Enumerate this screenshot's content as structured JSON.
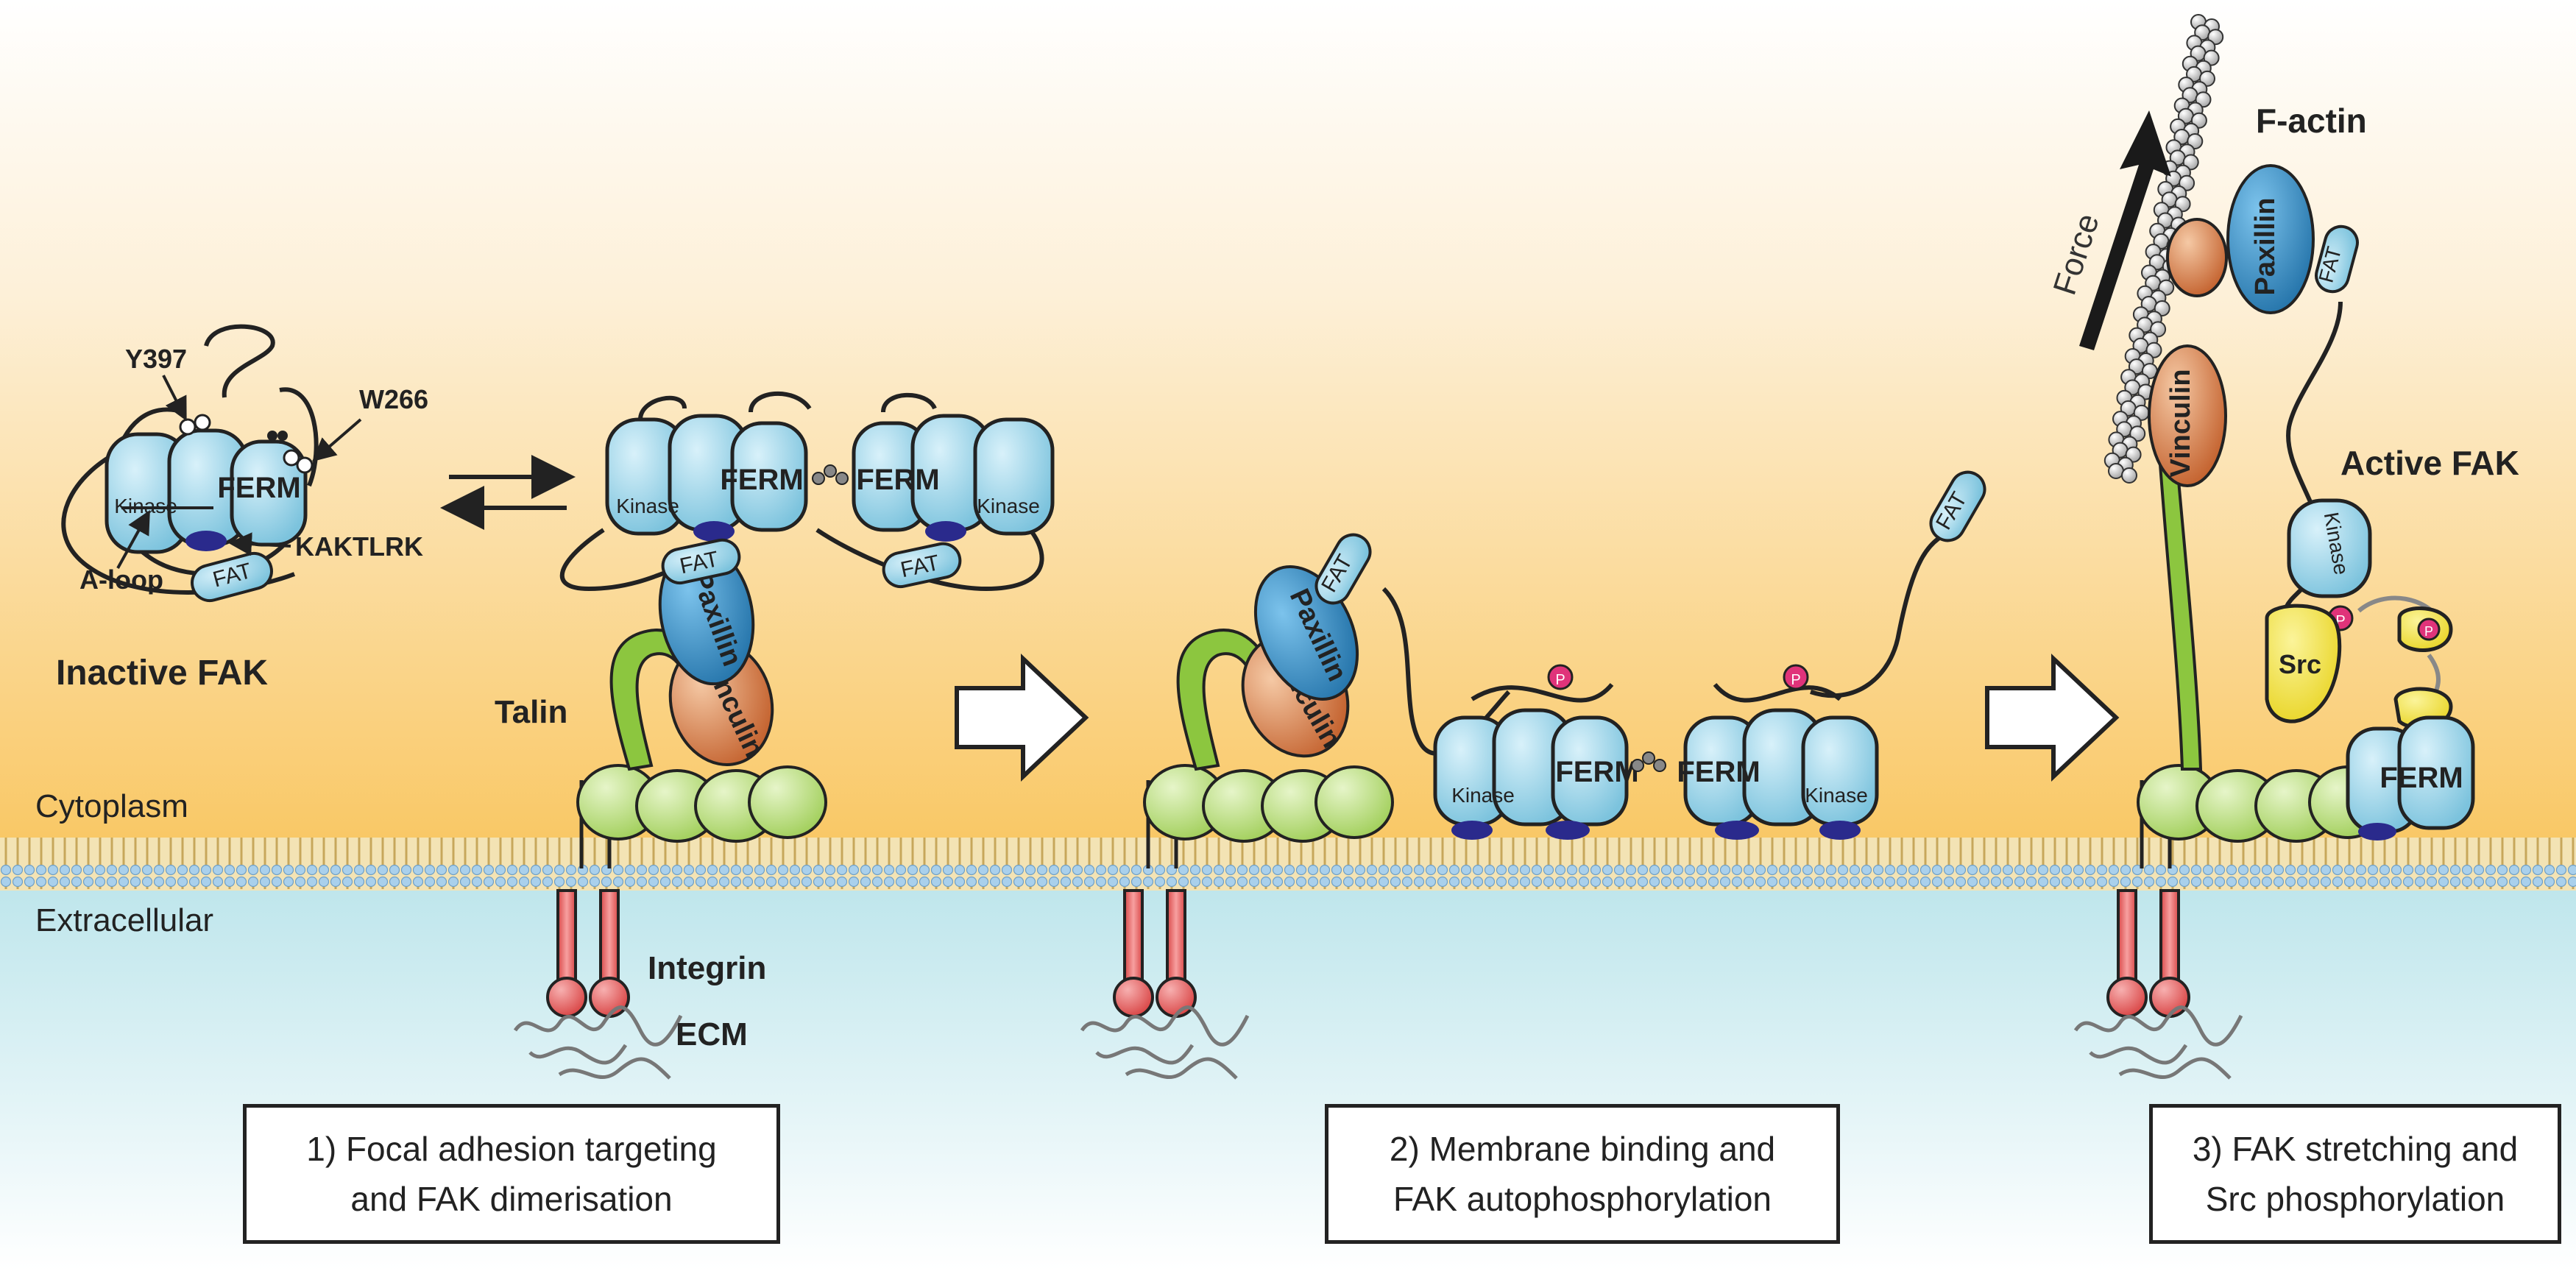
{
  "compartments": {
    "cytoplasm": "Cytoplasm",
    "extracellular": "Extracellular"
  },
  "inactive": {
    "title": "Inactive FAK",
    "y397": "Y397",
    "w266": "W266",
    "kaktlrk": "KAKTLRK",
    "aloop": "A-loop",
    "ferm": "FERM",
    "kinase": "Kinase",
    "fat": "FAT"
  },
  "complex1": {
    "ferm_left": "FERM",
    "ferm_right": "FERM",
    "kinase_left": "Kinase",
    "kinase_right": "Kinase",
    "fat_left": "FAT",
    "fat_right": "FAT",
    "paxillin": "Paxillin",
    "vinculin": "Vinculin",
    "talin": "Talin",
    "integrin": "Integrin",
    "ecm": "ECM"
  },
  "complex2": {
    "fat": "FAT",
    "paxillin": "Paxillin",
    "vinculin": "Vinculin",
    "ferm_left": "FERM",
    "ferm_right": "FERM",
    "kinase_left": "Kinase",
    "kinase_right": "Kinase",
    "fat_right": "FAT",
    "phospho": "P"
  },
  "complex3": {
    "factin": "F-actin",
    "force": "Force",
    "paxillin": "Paxillin",
    "fat": "FAT",
    "vinculin": "Vinculin",
    "active_fak": "Active FAK",
    "kinase": "Kinase",
    "src": "Src",
    "ferm": "FERM",
    "phospho": "P"
  },
  "steps": [
    {
      "line1": "1) Focal adhesion targeting",
      "line2": "and FAK dimerisation"
    },
    {
      "line1": "2) Membrane binding and",
      "line2": "FAK autophosphorylation"
    },
    {
      "line1": "3) FAK stretching and",
      "line2": "Src phosphorylation"
    }
  ],
  "colors": {
    "domain_fill": "#8fd0e6",
    "paxillin": "#2a8cc4",
    "vinculin": "#cc6a33",
    "talin": "#8cc63f",
    "talin_head": "#bde08a",
    "integrin": "#ec6a6a",
    "src": "#f2e13a",
    "phospho": "#e0337a",
    "membrane": "#9fc7e3"
  }
}
